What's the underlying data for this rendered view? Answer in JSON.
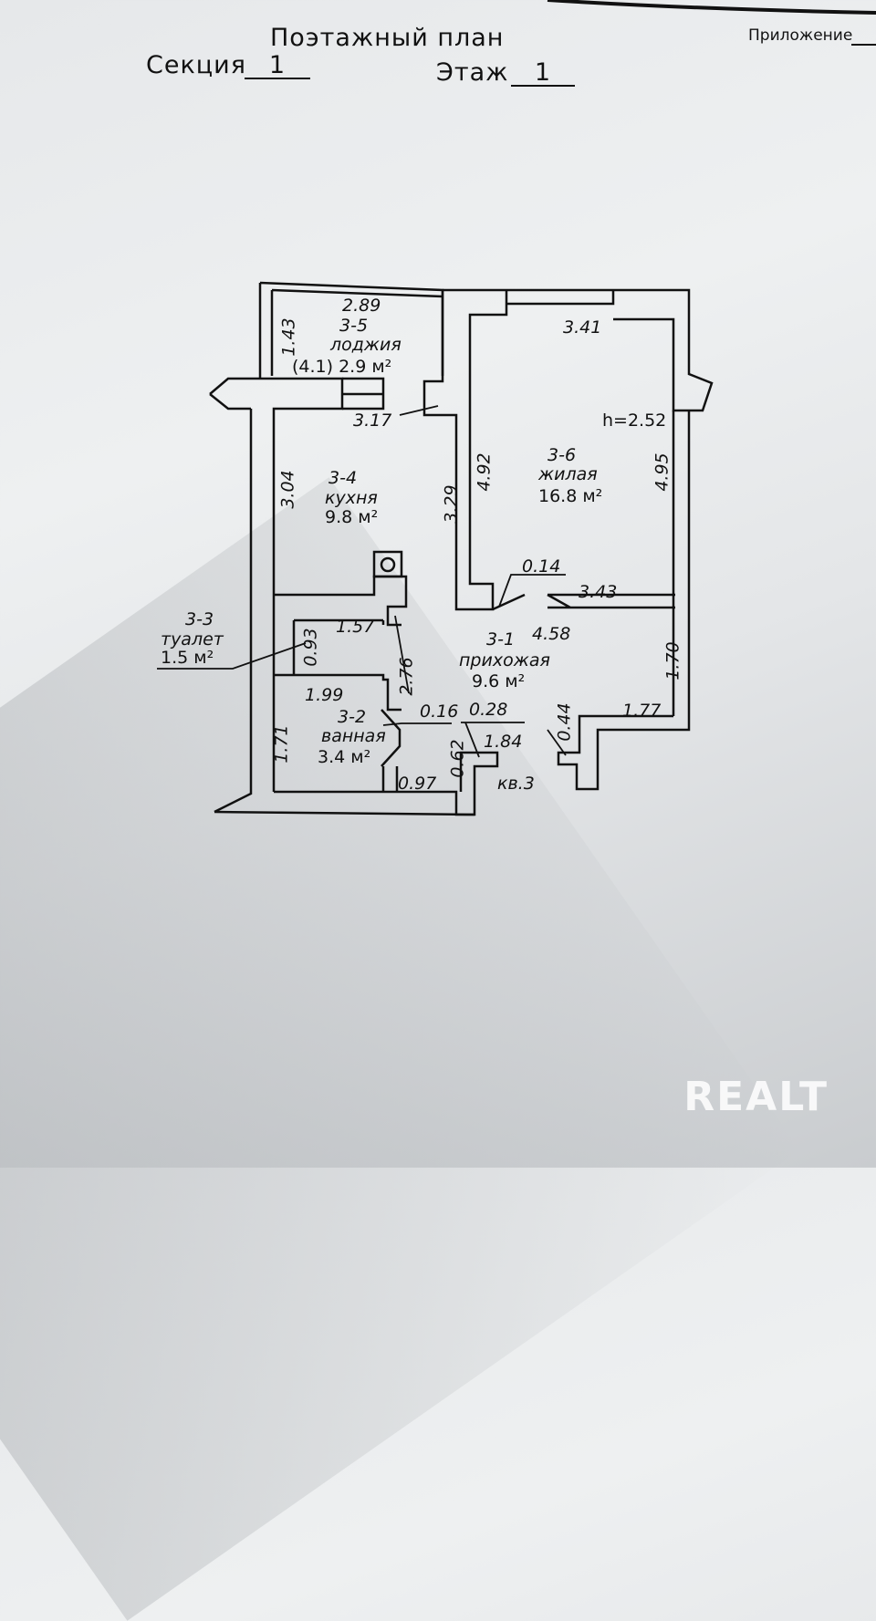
{
  "header": {
    "title": "Поэтажный план",
    "section_label": "Секция",
    "section_value": "1",
    "floor_label": "Этаж",
    "floor_value": "1",
    "appendix_label": "Приложение"
  },
  "rooms": [
    {
      "id": "3-5",
      "name": "лоджия",
      "area": "(4.1) 2.9 м²"
    },
    {
      "id": "3-4",
      "name": "кухня",
      "area": "9.8 м²"
    },
    {
      "id": "3-6",
      "name": "жилая",
      "area": "16.8 м²"
    },
    {
      "id": "3-3",
      "name": "туалет",
      "area": "1.5 м²"
    },
    {
      "id": "3-1",
      "name": "прихожая",
      "area": "9.6 м²"
    },
    {
      "id": "3-2",
      "name": "ванная",
      "area": "3.4 м²"
    }
  ],
  "dimensions": {
    "d289": "2.89",
    "d143": "1.43",
    "d341": "3.41",
    "d317": "3.17",
    "h": "h=2.52",
    "d304": "3.04",
    "d329": "3.29",
    "d492": "4.92",
    "d495": "4.95",
    "d014": "0.14",
    "d343": "3.43",
    "d458": "4.58",
    "d157": "1.57",
    "d093": "0.93",
    "d276": "2.76",
    "d170": "1.70",
    "d199": "1.99",
    "d016": "0.16",
    "d028": "0.28",
    "d044": "0.44",
    "d177": "1.77",
    "d184": "1.84",
    "d171": "1.71",
    "d062": "0.62",
    "d097": "0.97"
  },
  "apartment_label": "кв.3",
  "watermark": "REALT"
}
